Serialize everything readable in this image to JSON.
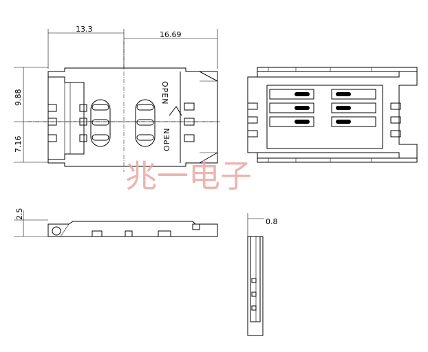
{
  "dimensions": {
    "width_13_3": "13.3",
    "width_16_69": "16.69",
    "height_9_88": "9.88",
    "height_7_16": "7.16",
    "thickness_2_5": "2.5",
    "thickness_0_8": "0.8"
  },
  "labels": {
    "open_left": "OPEN",
    "open_right": "OPEN"
  },
  "watermark": "兆一电子",
  "colors": {
    "line": "#000000",
    "watermark": "#e9a9a4"
  }
}
